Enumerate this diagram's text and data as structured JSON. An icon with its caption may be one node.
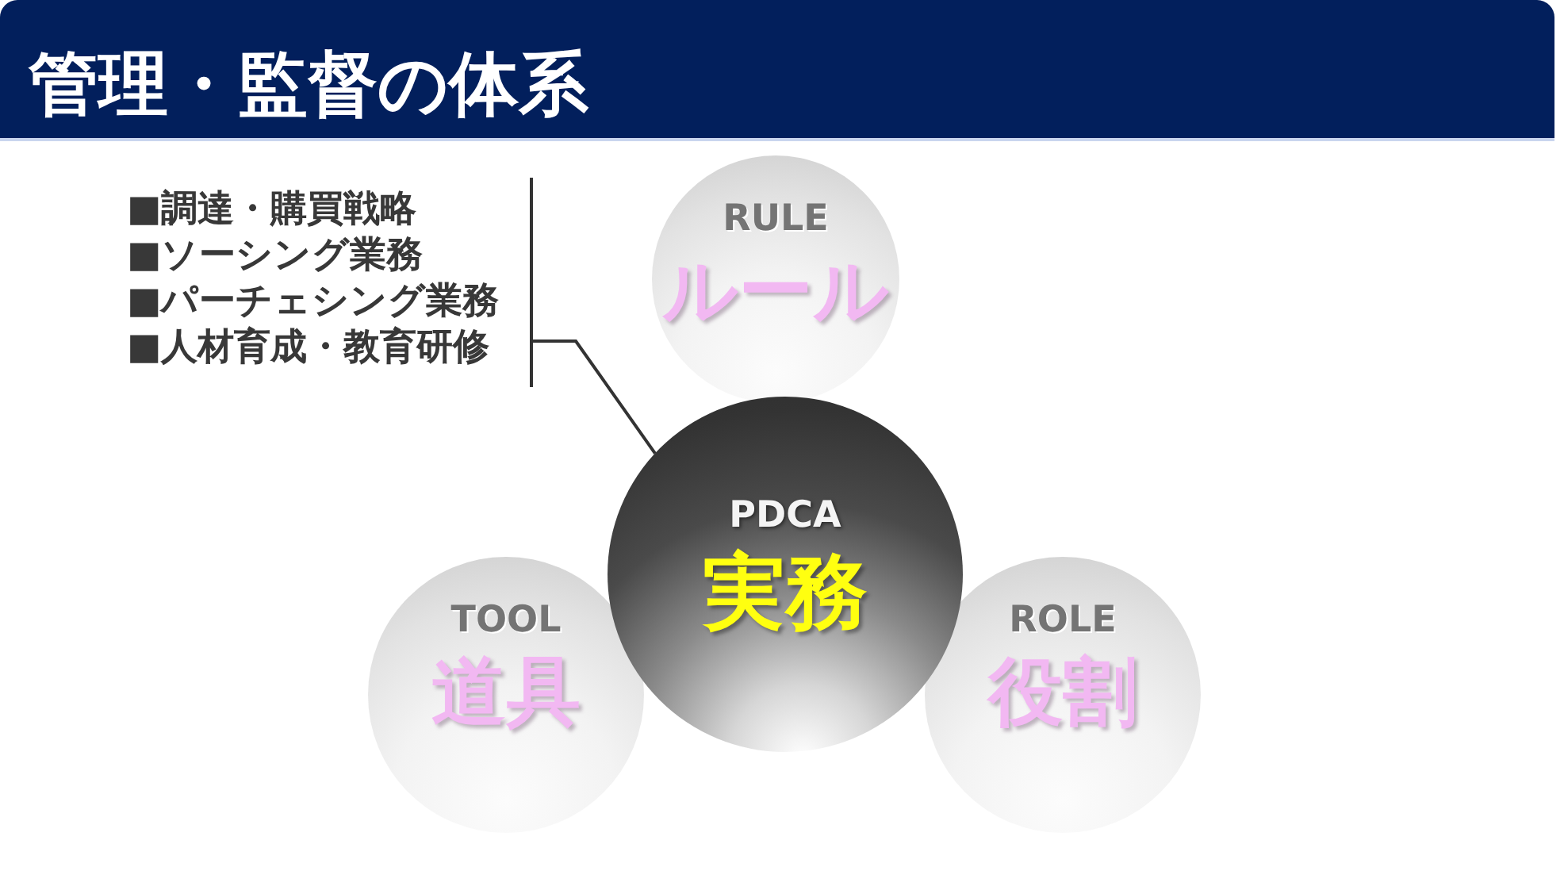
{
  "diagram": {
    "title": "管理・監督の体系",
    "nodes": [
      {
        "text": [
          "■調達・購買戦略",
          "■ソーシング業務",
          "■パーチェシング業務",
          "■人材育成・教育研修"
        ]
      },
      {
        "text": [
          "RULE",
          "ルール"
        ]
      },
      {
        "text": [
          "PDCA",
          "実務"
        ]
      },
      {
        "text": [
          "TOOL",
          "道具"
        ]
      },
      {
        "text": [
          "ROLE",
          "役割"
        ]
      }
    ],
    "edges": [
      {
        "from": 0,
        "to": 2,
        "arrow": "none"
      }
    ]
  }
}
